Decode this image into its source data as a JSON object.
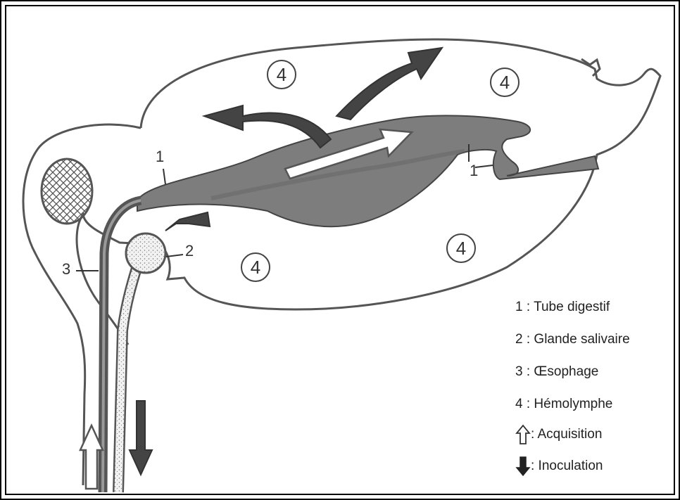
{
  "diagram": {
    "part_labels": {
      "digestive_tube_top": "1",
      "digestive_tube_right": "1",
      "salivary_gland": "2",
      "esophagus": "3",
      "hemolymph": "4"
    },
    "legend": [
      {
        "key": "1",
        "sep": " : ",
        "text": "Tube digestif"
      },
      {
        "key": "2",
        "sep": " : ",
        "text": "Glande salivaire"
      },
      {
        "key": "3",
        "sep": " : ",
        "text": "Œsophage"
      },
      {
        "key": "4",
        "sep": " : ",
        "text": "Hémolymphe"
      }
    ],
    "arrow_legend": [
      {
        "icon": "hollow-up-arrow-icon",
        "text": ": Acquisition"
      },
      {
        "icon": "solid-down-arrow-icon",
        "text": ": Inoculation"
      }
    ],
    "colors": {
      "outline": "#555555",
      "gut_fill": "#7a7a7a",
      "dark_arrow": "#555555",
      "background": "#ffffff"
    }
  }
}
